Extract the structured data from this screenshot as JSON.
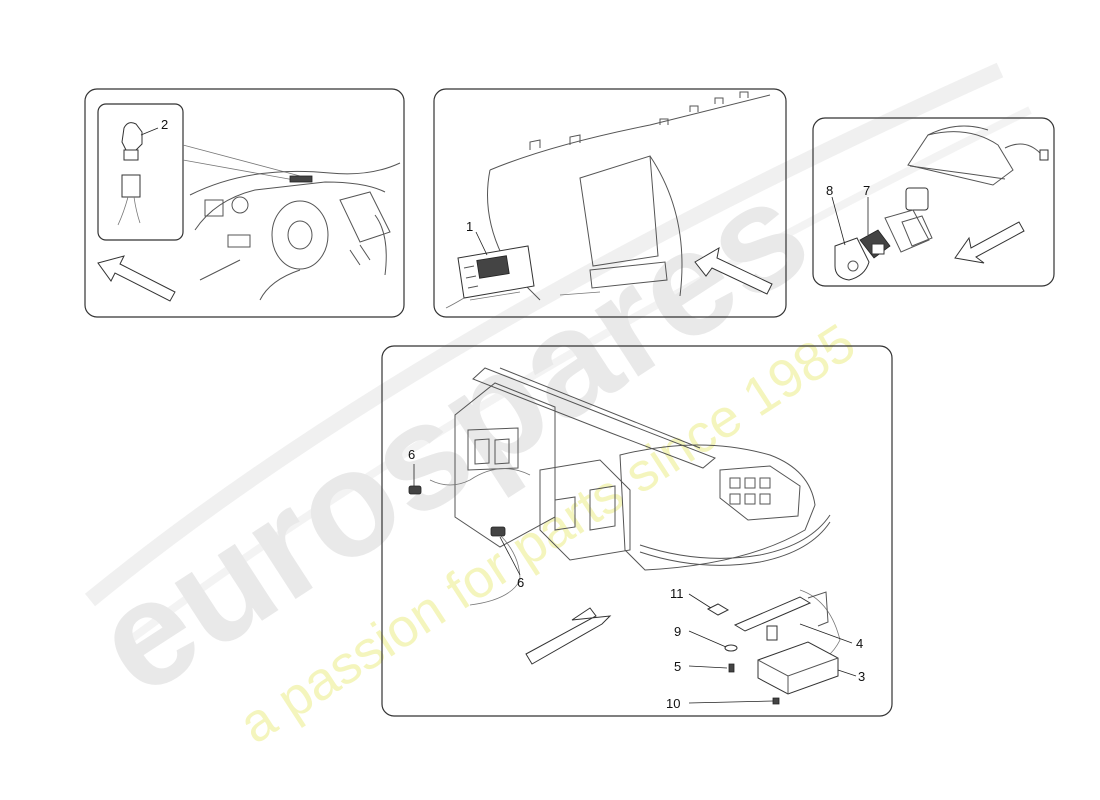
{
  "watermark": {
    "brand": "eurospares",
    "tagline": "a passion for parts since 1985"
  },
  "callouts": [
    {
      "id": "c1",
      "label": "1"
    },
    {
      "id": "c2",
      "label": "2"
    },
    {
      "id": "c3",
      "label": "3"
    },
    {
      "id": "c4",
      "label": "4"
    },
    {
      "id": "c5",
      "label": "5"
    },
    {
      "id": "c6a",
      "label": "6"
    },
    {
      "id": "c6b",
      "label": "6"
    },
    {
      "id": "c7",
      "label": "7"
    },
    {
      "id": "c8",
      "label": "8"
    },
    {
      "id": "c9",
      "label": "9"
    },
    {
      "id": "c10",
      "label": "10"
    },
    {
      "id": "c11",
      "label": "11"
    }
  ]
}
